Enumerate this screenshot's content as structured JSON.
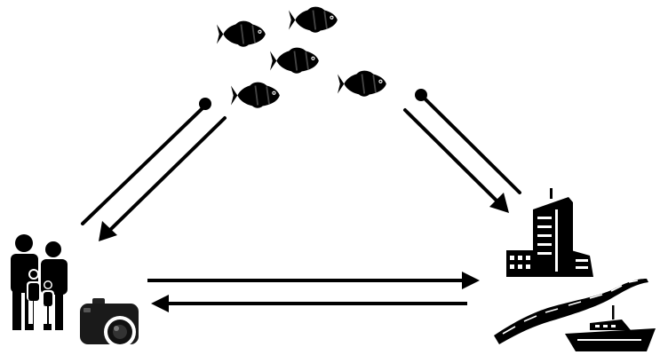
{
  "diagram": {
    "nodes": [
      {
        "id": "fish-school",
        "icon": "fish-school-icon",
        "count": 5
      },
      {
        "id": "family-tourists",
        "icon": "family-icon"
      },
      {
        "id": "camera",
        "icon": "camera-icon"
      },
      {
        "id": "city",
        "icon": "building-icon"
      },
      {
        "id": "road",
        "icon": "road-icon"
      },
      {
        "id": "boat",
        "icon": "boat-icon"
      }
    ],
    "edges": [
      {
        "from": "family-tourists",
        "to": "fish-school",
        "style": "line-with-dot-end"
      },
      {
        "from": "fish-school",
        "to": "family-tourists",
        "style": "arrow"
      },
      {
        "from": "city",
        "to": "fish-school",
        "style": "line-with-dot-end"
      },
      {
        "from": "fish-school",
        "to": "city",
        "style": "arrow"
      },
      {
        "from": "family-tourists",
        "to": "city",
        "style": "arrow"
      },
      {
        "from": "city",
        "to": "family-tourists",
        "style": "arrow"
      }
    ],
    "colors": {
      "ink": "#000000",
      "background": "#ffffff"
    }
  }
}
